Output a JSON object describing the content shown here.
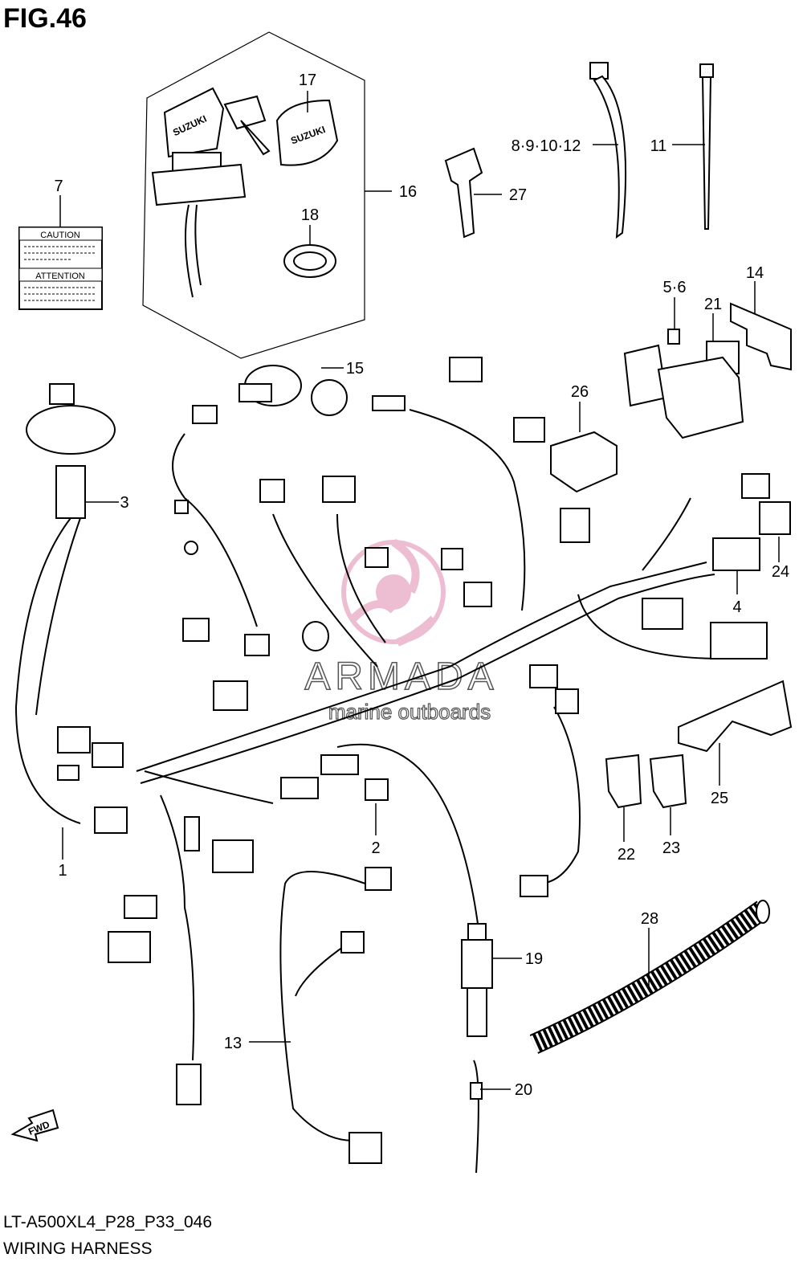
{
  "figure_title": "FIG.46",
  "footer": {
    "code": "LT-A500XL4_P28_P33_046",
    "name": "WIRING HARNESS"
  },
  "decal": {
    "caution": "CAUTION",
    "attention": "ATTENTION"
  },
  "key_brand": "SUZUKI",
  "fwd_arrow": "FWD",
  "watermark": {
    "brand": "ARMADA",
    "tagline": "marine outboards"
  },
  "callouts": {
    "c1": "1",
    "c2": "2",
    "c3": "3",
    "c4": "4",
    "c5_6": "5·6",
    "c7": "7",
    "c8_12": "8·9·10·12",
    "c11": "11",
    "c13": "13",
    "c14": "14",
    "c15": "15",
    "c16": "16",
    "c17": "17",
    "c18": "18",
    "c19": "19",
    "c20": "20",
    "c21": "21",
    "c22": "22",
    "c23": "23",
    "c24": "24",
    "c25": "25",
    "c26": "26",
    "c27": "27",
    "c28": "28"
  },
  "colors": {
    "watermark": "#e8a7c3",
    "watermark_text": "#555555"
  }
}
